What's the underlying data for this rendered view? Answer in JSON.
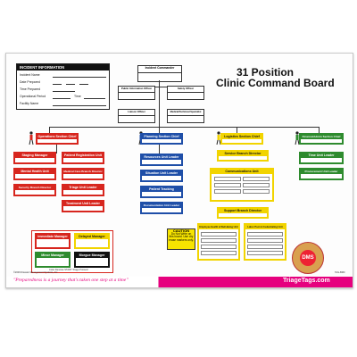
{
  "board": {
    "title_line1": "31 Position",
    "title_line2": "Clinic Command Board"
  },
  "incident_info": {
    "header": "INCIDENT INFORMATION",
    "rows": [
      {
        "label": "Incident Name"
      },
      {
        "label": "Date Prepared"
      },
      {
        "label": "Time Prepared"
      },
      {
        "label": "Operational Period",
        "extra": "Time"
      },
      {
        "label": "Facility Name"
      }
    ]
  },
  "command_staff": {
    "incident_commander": "Incident Commander",
    "public_information_officer": "Public Information Officer",
    "safety_officer": "Safety Officer",
    "liaison_officer": "Liaison Officer",
    "medical_technical_specialist": "Medical/Technical Specialist"
  },
  "sections": {
    "operations": {
      "chief": "Operations Section Chief",
      "color": "#d7261e",
      "units": [
        "Staging Manager",
        "Patient Registration Unit",
        "Mental Health Unit",
        "Medical Care Branch Director",
        "Security Branch Director",
        "Triage Unit Leader",
        "Treatment Unit Leader"
      ]
    },
    "planning": {
      "chief": "Planning Section Chief",
      "color": "#1f4fa8",
      "units": [
        "Resources Unit Leader",
        "Situation Unit Leader",
        "Patient Tracking",
        "Documentation Unit Leader"
      ]
    },
    "logistics": {
      "chief": "Logistics Section Chief",
      "color": "#f2d400",
      "units": [
        "Service Branch Director",
        "Communications Unit",
        "Support Branch Director",
        "Employee Health & Well-Being Unit",
        "Labor Pool & Credentialing Unit"
      ]
    },
    "finance": {
      "chief": "Finance/Admin Section Chief",
      "color": "#2e8b2e",
      "units": [
        "Time Unit Leader",
        "Procurement Unit Leader"
      ]
    }
  },
  "treatment_managers": {
    "immediate": "Immediate Manager",
    "delayed": "Delayed Manager",
    "minor": "Minor Manager",
    "morgue": "Morgue Manager",
    "note": "Color Denotes START Triage Protocol"
  },
  "caution": {
    "title": "CAUTION",
    "text": "Do Not Write on this board. Use dry erase markers only."
  },
  "logo": {
    "text": "DMS"
  },
  "footer": {
    "tagline": "\"Preparedness is a journey that's taken one step at a time\"",
    "site": "TriageTags.com",
    "copyright": "©2009 Disaster Management Systems, Inc.",
    "part_no": "TAG-BRD"
  }
}
